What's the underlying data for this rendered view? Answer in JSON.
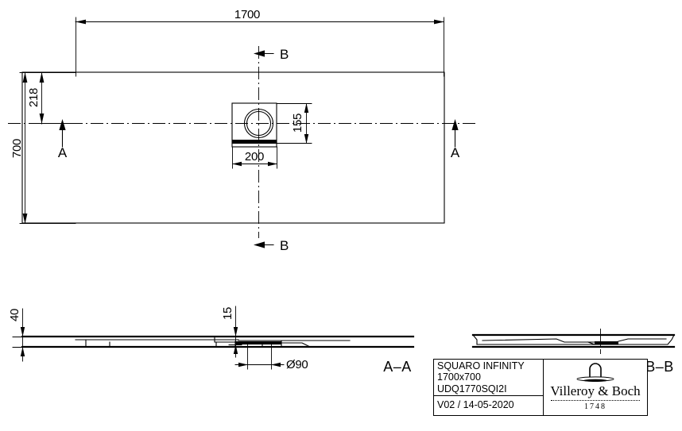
{
  "drawing": {
    "type": "technical-drawing",
    "product": "shower tray",
    "units": "mm",
    "top_view": {
      "name": "plan-view",
      "dimensions": {
        "overall_width": "1700",
        "overall_depth": "700",
        "edge_to_center_offset": "218",
        "drain_box_width": "200",
        "drain_box_height": "155"
      },
      "section_markers": {
        "a_left": "A",
        "a_right": "A",
        "b_top": "B",
        "b_bottom": "B"
      }
    },
    "section_aa": {
      "label": "A–A",
      "dimensions": {
        "height": "40",
        "drain_depth": "15",
        "outlet_diameter": "Ø90"
      }
    },
    "section_bb": {
      "label": "B–B"
    }
  },
  "title_block": {
    "product_name": "SQUARO INFINITY",
    "size": "1700x700",
    "article_number": "UDQ1770SQI2I",
    "revision": "V02 / 14-05-2020",
    "logo": {
      "brand": "Villeroy & Boch",
      "year": "1748",
      "mark": "arch-fountain-icon"
    }
  },
  "colors": {
    "line": "#000000",
    "background": "#ffffff"
  }
}
